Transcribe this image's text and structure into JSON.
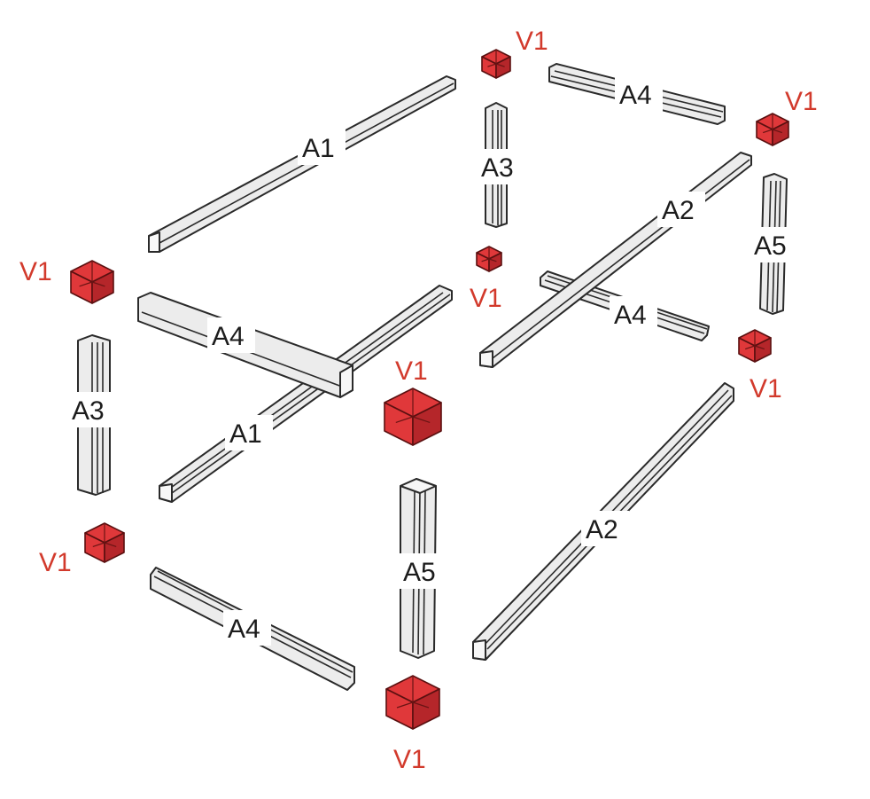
{
  "colors": {
    "connector": "#e0383a",
    "connector_dark": "#b5262a",
    "connector_label": "#d23a2c",
    "bar_fill": "#ececec",
    "outline": "#2a2a2a"
  },
  "bars": [
    {
      "id": "a1-top",
      "label": "A1"
    },
    {
      "id": "a1-mid",
      "label": "A1"
    },
    {
      "id": "a2-mid",
      "label": "A2"
    },
    {
      "id": "a2-bottom",
      "label": "A2"
    },
    {
      "id": "a3-left",
      "label": "A3"
    },
    {
      "id": "a3-back",
      "label": "A3"
    },
    {
      "id": "a4-top",
      "label": "A4"
    },
    {
      "id": "a4-left",
      "label": "A4"
    },
    {
      "id": "a4-back",
      "label": "A4"
    },
    {
      "id": "a4-bottom",
      "label": "A4"
    },
    {
      "id": "a5-front",
      "label": "A5"
    },
    {
      "id": "a5-right",
      "label": "A5"
    }
  ],
  "connectors": [
    {
      "id": "v1-top-back",
      "label": "V1"
    },
    {
      "id": "v1-top-right",
      "label": "V1"
    },
    {
      "id": "v1-left-upper",
      "label": "V1"
    },
    {
      "id": "v1-back-lower",
      "label": "V1"
    },
    {
      "id": "v1-right-lower",
      "label": "V1"
    },
    {
      "id": "v1-front-top",
      "label": "V1"
    },
    {
      "id": "v1-left-lower",
      "label": "V1"
    },
    {
      "id": "v1-front-bottom",
      "label": "V1"
    }
  ]
}
